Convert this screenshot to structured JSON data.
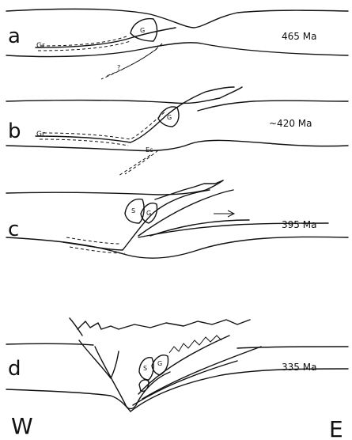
{
  "panels": [
    {
      "letter": "a",
      "age": "465 Ma",
      "units": [
        "Gr",
        "G",
        "?"
      ]
    },
    {
      "letter": "b",
      "age": "~420 Ma",
      "units": [
        "Gr",
        "G",
        "Ec"
      ]
    },
    {
      "letter": "c",
      "age": "395 Ma",
      "units": [
        "S",
        "G"
      ]
    },
    {
      "letter": "d",
      "age": "335 Ma",
      "units": [
        "S",
        "G"
      ]
    }
  ],
  "directions": {
    "west": "W",
    "east": "E"
  }
}
